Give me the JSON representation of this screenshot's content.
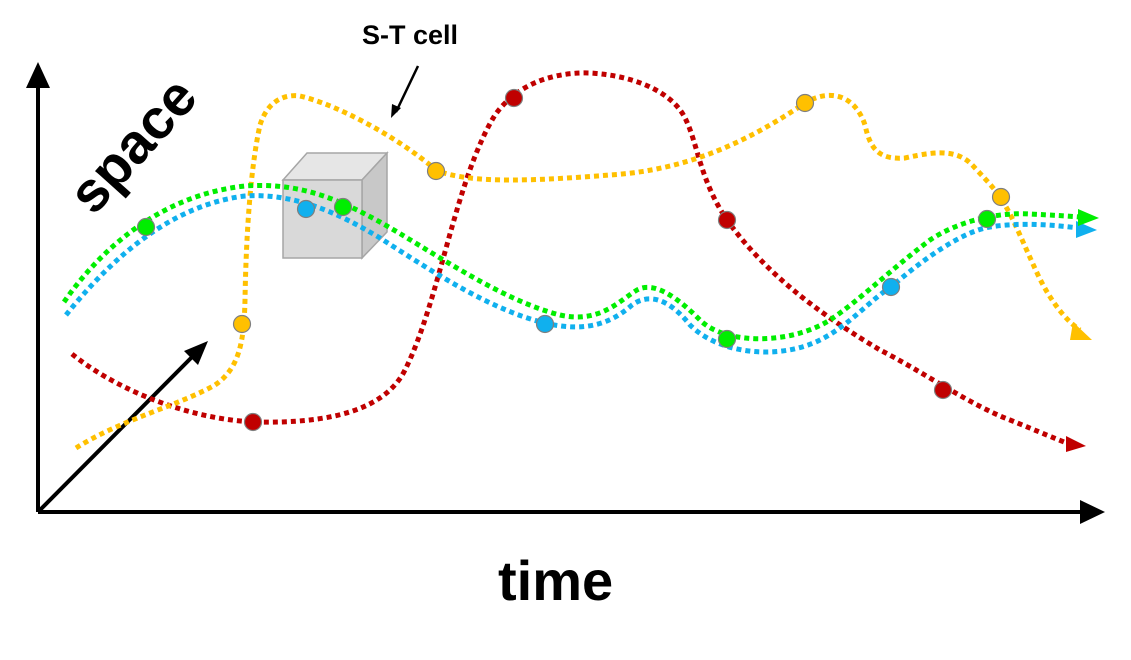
{
  "labels": {
    "cell": "S-T cell",
    "x_axis": "time",
    "y_axis": "space"
  },
  "colors": {
    "yellow": "#FFC000",
    "red": "#C00000",
    "green": "#00EE00",
    "blue": "#10B0EE",
    "axis": "#000000",
    "cube": "#D9D9D9"
  },
  "trajectories": [
    {
      "id": "red",
      "color_key": "red"
    },
    {
      "id": "yellow",
      "color_key": "yellow"
    },
    {
      "id": "blue",
      "color_key": "blue"
    },
    {
      "id": "green",
      "color_key": "green"
    }
  ]
}
